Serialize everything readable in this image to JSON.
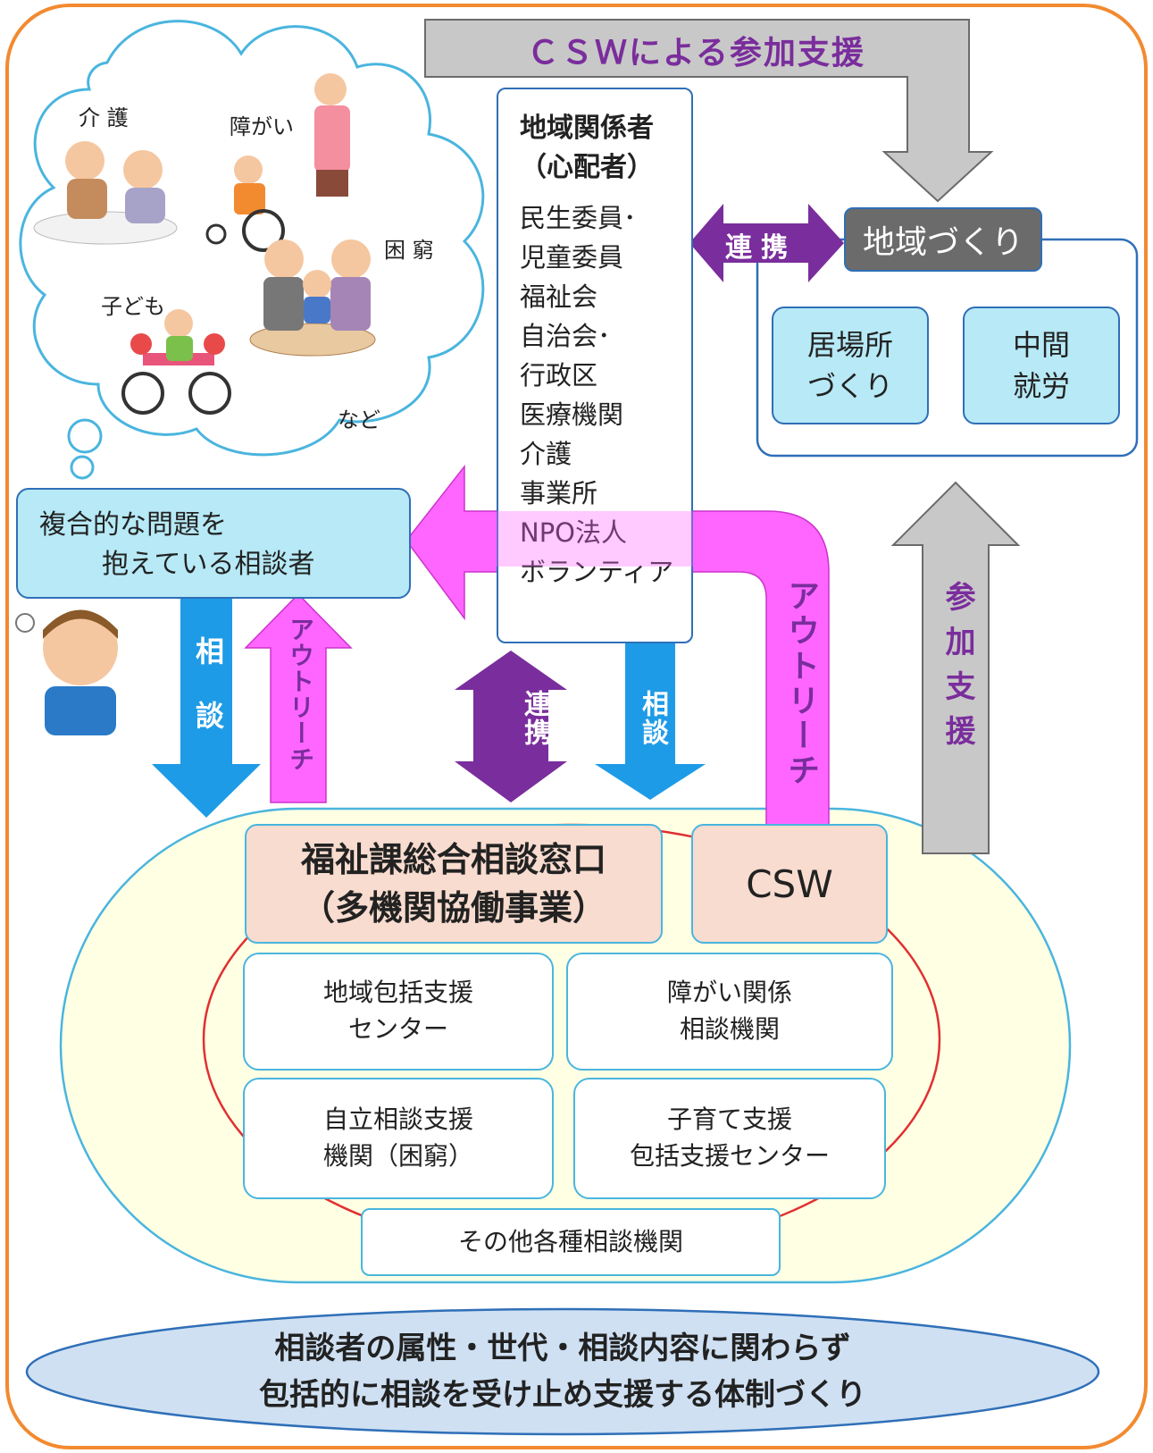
{
  "top_banner": "ＣＳＷによる参加支援",
  "bubble": {
    "kaigo": "介 護",
    "shogai": "障がい",
    "konkyu": "困 窮",
    "kodomo": "子ども",
    "nado": "など"
  },
  "stakeholders": {
    "title": "地域関係者",
    "subtitle": "（心配者）",
    "items": [
      "民生委員･",
      "児童委員",
      "福祉会",
      "自治会･",
      "行政区",
      "医療機関",
      "介護",
      "事業所",
      "NPO法人",
      "ボランティア"
    ]
  },
  "community": {
    "title": "地域づくり",
    "ibasho": [
      "居場所",
      "づくり"
    ],
    "chukan": [
      "中間",
      "就労"
    ]
  },
  "consultee": [
    "複合的な問題を",
    "抱えている相談者"
  ],
  "arrows": {
    "renkei": "連携",
    "sodan": "相談",
    "outreach": "アウトリーチ",
    "sanka_shien": "参加支援"
  },
  "center": {
    "main": [
      "福祉課総合相談窓口",
      "（多機関協働事業）"
    ],
    "csw": "CSW",
    "houkatsu": [
      "地域包括支援",
      "センター"
    ],
    "shogai": [
      "障がい関係",
      "相談機関"
    ],
    "jiritsu": [
      "自立相談支援",
      "機関（困窮）"
    ],
    "kosodate": [
      "子育て支援",
      "包括支援センター"
    ],
    "sonota": "その他各種相談機関"
  },
  "bottom": [
    "相談者の属性・世代・相談内容に関わらず",
    "包括的に相談を受け止め支援する体制づくり"
  ],
  "colors": {
    "frame": "#f28a30",
    "purple": "#7a2d9c",
    "magenta": "#ff66ff",
    "blue": "#1e9be6",
    "gray": "#c8c8c8",
    "dark_gray": "#6b6b6b",
    "cream": "#ffffe4",
    "ellipse": "#cfe0f3"
  }
}
